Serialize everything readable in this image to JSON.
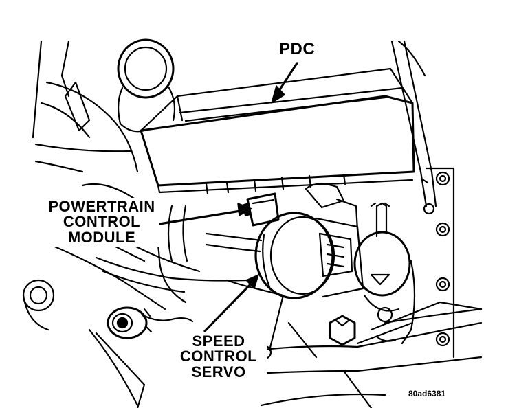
{
  "labels": {
    "pdc": "PDC",
    "pcm": [
      "POWERTRAIN",
      "CONTROL",
      "MODULE"
    ],
    "speed_control_servo": [
      "SPEED",
      "CONTROL",
      "SERVO"
    ]
  },
  "figure_ref": "80ad6381",
  "colors": {
    "ink": "#000000",
    "paper": "#ffffff"
  }
}
